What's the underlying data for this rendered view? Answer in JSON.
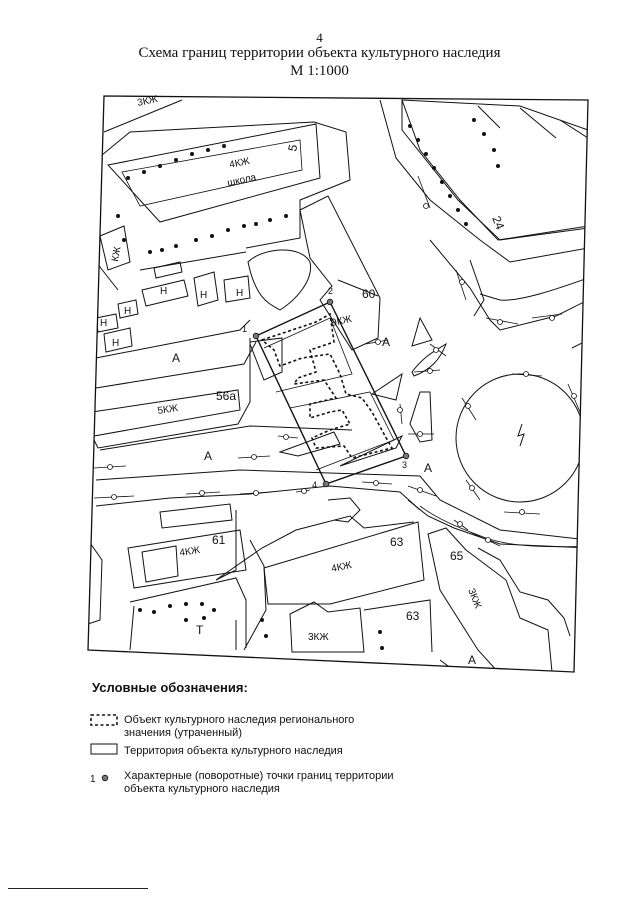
{
  "header": {
    "page_number": "4",
    "title": "Схема границ территории объекта культурного наследия",
    "scale": "М 1:1000"
  },
  "map_labels": {
    "building_school_floors": "4КЖ",
    "building_school_name": "школа",
    "building_5_number": "5",
    "building_24_number": "24",
    "building_60_number": "60",
    "building_60_floors": "9КЖ",
    "building_3kzh_top": "3КЖ",
    "building_kzh_left": "КЖ",
    "building_56a_floors": "5КЖ",
    "building_56a_number": "56а",
    "building_61_floors": "4КЖ",
    "building_61_number": "61",
    "building_63_floors": "4КЖ",
    "building_63_number": "63",
    "building_63b_floors": "3КЖ",
    "building_63b_number": "63",
    "building_65_number": "65",
    "building_65_floors": "3КЖ",
    "nonresidential_mark": "Н",
    "asphalt_mark": "А",
    "lawn_mark": "Т",
    "point_1": "1",
    "point_2": "2",
    "point_3": "3",
    "point_4": "4"
  },
  "legend": {
    "title": "Условные обозначения:",
    "items": [
      {
        "symbol": "dashed-rectangle",
        "text_line1": "Объект культурного наследия регионального",
        "text_line2": "значения (утраченный)"
      },
      {
        "symbol": "solid-rectangle",
        "text_line1": "Территория объекта культурного наследия",
        "text_line2": ""
      },
      {
        "symbol": "numbered-point",
        "symbol_label": "1",
        "text_line1": "Характерные (поворотные) точки границ территории",
        "text_line2": "объекта культурного наследия"
      }
    ]
  }
}
